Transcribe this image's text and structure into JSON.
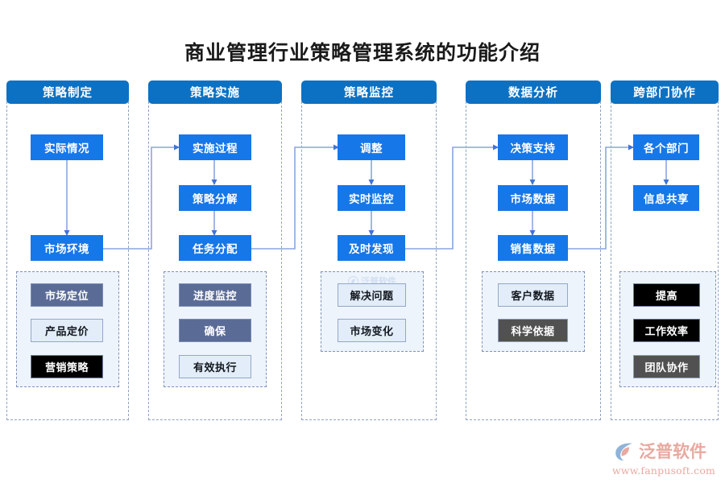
{
  "title": "商业管理行业策略管理系统的功能介绍",
  "columns": [
    {
      "header": "策略制定",
      "flow": [
        "实际情况",
        "市场环境"
      ],
      "chips": [
        {
          "label": "市场定位",
          "style": "slate"
        },
        {
          "label": "产品定价",
          "style": "light"
        },
        {
          "label": "营销策略",
          "style": "black"
        }
      ]
    },
    {
      "header": "策略实施",
      "flow": [
        "实施过程",
        "策略分解",
        "任务分配"
      ],
      "chips": [
        {
          "label": "进度监控",
          "style": "slate"
        },
        {
          "label": "确保",
          "style": "slate"
        },
        {
          "label": "有效执行",
          "style": "light"
        }
      ]
    },
    {
      "header": "策略监控",
      "flow": [
        "调整",
        "实时监控",
        "及时发现"
      ],
      "chips": [
        {
          "label": "解决问题",
          "style": "light"
        },
        {
          "label": "市场变化",
          "style": "light"
        }
      ]
    },
    {
      "header": "数据分析",
      "flow": [
        "决策支持",
        "市场数据",
        "销售数据"
      ],
      "chips": [
        {
          "label": "客户数据",
          "style": "light"
        },
        {
          "label": "科学依据",
          "style": "gray"
        }
      ]
    },
    {
      "header": "跨部门协作",
      "flow": [
        "各个部门",
        "信息共享"
      ],
      "chips": [
        {
          "label": "提高",
          "style": "black"
        },
        {
          "label": "工作效率",
          "style": "black"
        },
        {
          "label": "团队协作",
          "style": "gray"
        }
      ]
    }
  ],
  "logo": {
    "name": "泛普软件",
    "url": "www.fanpusoft.com"
  },
  "watermark": "泛普软件",
  "colors": {
    "header_blue": "#0c71c3",
    "box_blue": "#1677e8",
    "connector_blue": "#7f9fd8",
    "card_bg": "#eef4fc",
    "dash_border": "#8fa2c4",
    "chip_slate": "#5a6b96",
    "chip_light": "#e2edf9",
    "chip_black": "#000000",
    "chip_gray": "#515151",
    "logo_pink": "#e8a9a0"
  }
}
